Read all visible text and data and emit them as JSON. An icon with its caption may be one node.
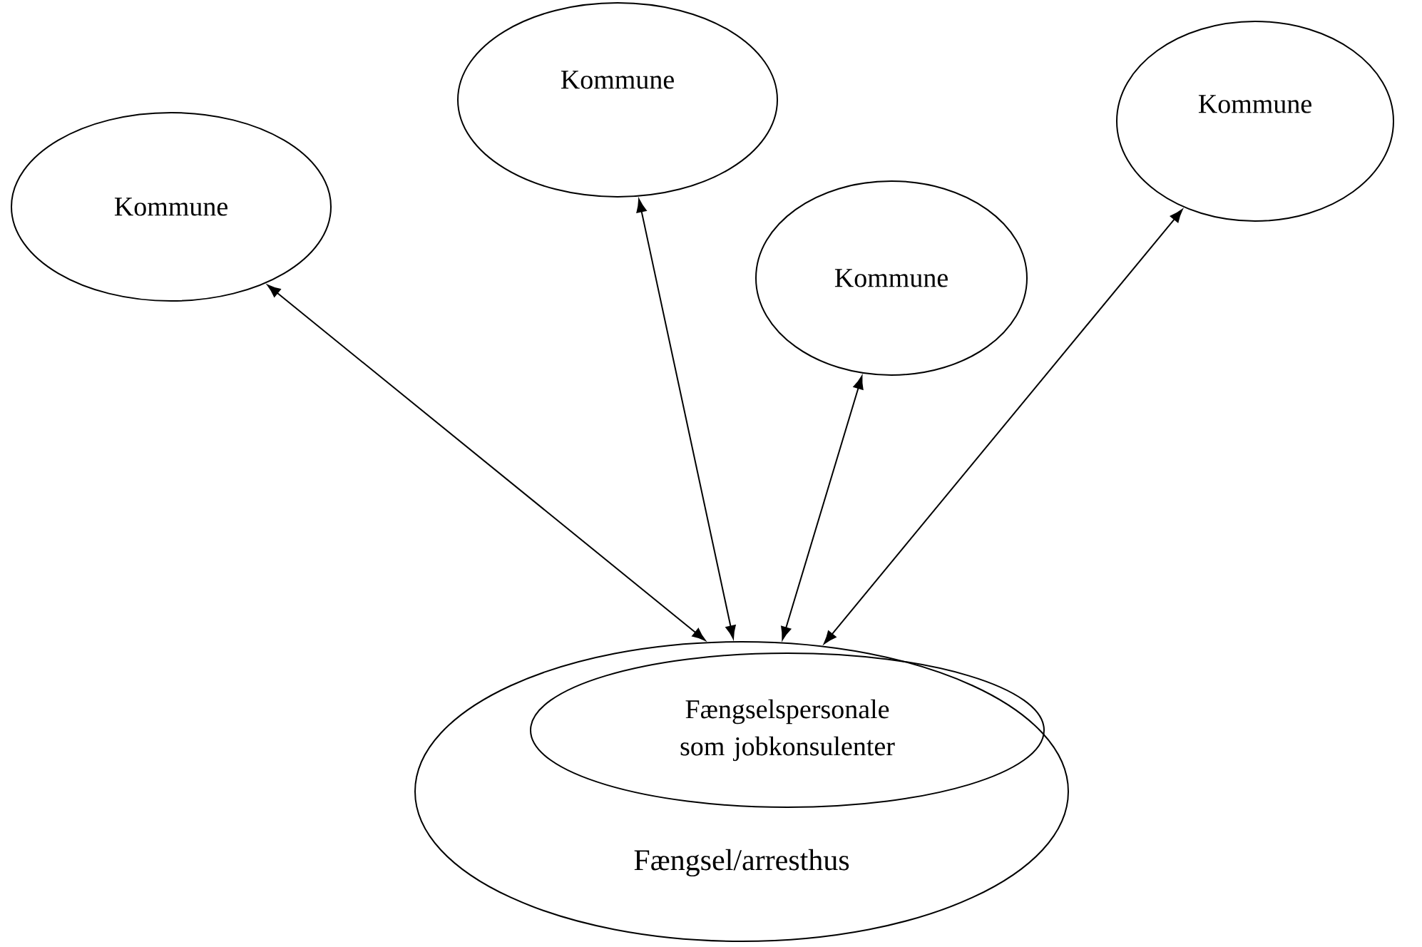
{
  "diagram": {
    "nodes": [
      {
        "text": [
          "Kommune"
        ]
      },
      {
        "text": [
          "Kommune"
        ]
      },
      {
        "text": [
          "Kommune"
        ]
      },
      {
        "text": [
          "Kommune"
        ]
      },
      {
        "text": [
          "Fængsel/arresthus"
        ]
      },
      {
        "text": [
          "Fængselspersonale som jobkonsulenter"
        ],
        "in": 4
      }
    ],
    "edges": [
      {
        "from": 0,
        "to": 4,
        "arrow": "both"
      },
      {
        "from": 1,
        "to": 4,
        "arrow": "both"
      },
      {
        "from": 2,
        "to": 4,
        "arrow": "both"
      },
      {
        "from": 3,
        "to": 4,
        "arrow": "both"
      }
    ]
  }
}
